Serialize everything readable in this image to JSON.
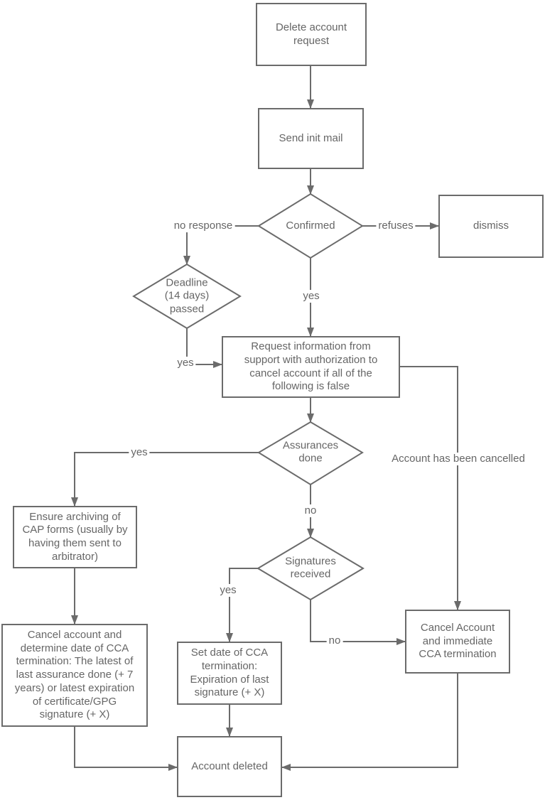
{
  "colors": {
    "stroke": "#6b6b6b",
    "text": "#666666",
    "background": "#ffffff"
  },
  "nodes": {
    "delete_request": {
      "label": "Delete account request",
      "shape": "rect"
    },
    "send_init_mail": {
      "label": "Send init mail",
      "shape": "rect"
    },
    "confirmed": {
      "label": "Confirmed",
      "shape": "diamond"
    },
    "deadline": {
      "label": "Deadline (14 days) passed",
      "shape": "diamond"
    },
    "dismiss": {
      "label": "dismiss",
      "shape": "rect"
    },
    "request_info": {
      "label": "Request information from support with authorization to cancel account if all of the following is false",
      "shape": "rect"
    },
    "assurances": {
      "label": "Assurances done",
      "shape": "diamond"
    },
    "ensure_archiving": {
      "label": "Ensure archiving of CAP forms (usually by having them sent to arbitrator)",
      "shape": "rect"
    },
    "signatures": {
      "label": "Signatures received",
      "shape": "diamond"
    },
    "cancel_determine": {
      "label": "Cancel account and determine date of CCA termination: The latest of last assurance done (+ 7 years) or latest expiration of certificate/GPG signature (+ X)",
      "shape": "rect"
    },
    "set_date": {
      "label": "Set date of CCA termination: Expiration of last signature (+ X)",
      "shape": "rect"
    },
    "cancel_immediate": {
      "label": "Cancel Account and immediate CCA termination",
      "shape": "rect"
    },
    "account_deleted": {
      "label": "Account deleted",
      "shape": "rect"
    }
  },
  "edge_labels": {
    "no_response": "no response",
    "refuses": "refuses",
    "yes_confirmed": "yes",
    "yes_deadline": "yes",
    "yes_assurances": "yes",
    "no_assurances": "no",
    "account_cancelled": "Account has been cancelled",
    "yes_signatures": "yes",
    "no_signatures": "no"
  }
}
